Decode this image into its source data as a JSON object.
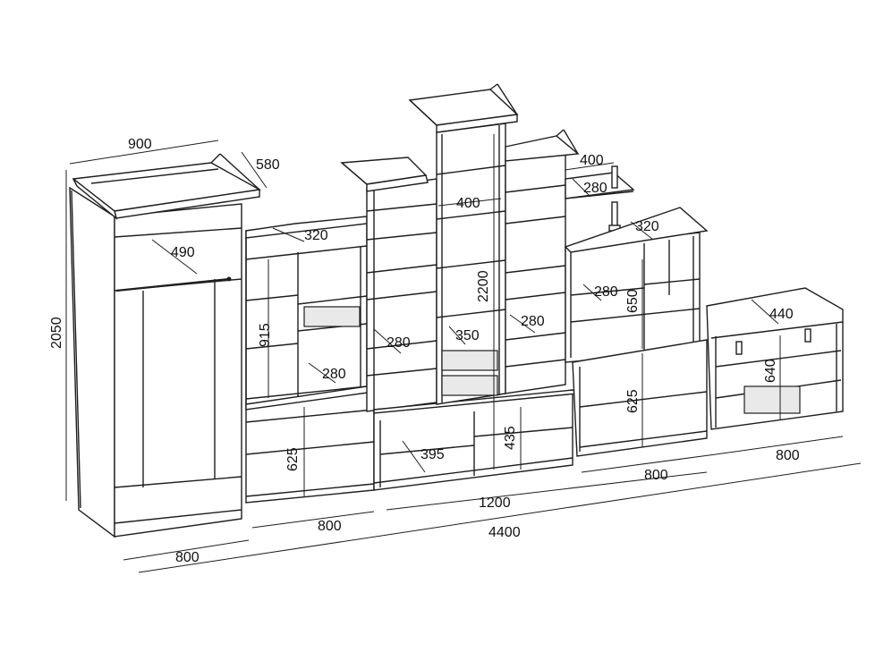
{
  "dimensions": {
    "total_width": "4400",
    "total_height": "2050",
    "tall_height": "2200",
    "wardrobe_top_width": "900",
    "wardrobe_top_depth": "580",
    "wardrobe_inner_depth": "490",
    "wardrobe_width": "800",
    "left_section_width": "800",
    "left_upper_depth": "320",
    "left_upper_height": "915",
    "left_upper_shelf_depth": "280",
    "left_lower_height": "625",
    "mid_left_shelf_depth": "280",
    "center_top_width": "400",
    "center_drawer_depth": "350",
    "center_right_shelf_depth": "280",
    "center_width": "1200",
    "center_tv_depth": "395",
    "center_tv_height": "435",
    "small_shelf_width": "400",
    "small_shelf_depth": "280",
    "right_upper_depth": "320",
    "right_upper_shelf_depth": "280",
    "right_upper_height": "650",
    "right_lower_height": "625",
    "right_section_width": "800",
    "far_right_depth": "440",
    "far_right_height": "640",
    "far_right_width": "800"
  }
}
